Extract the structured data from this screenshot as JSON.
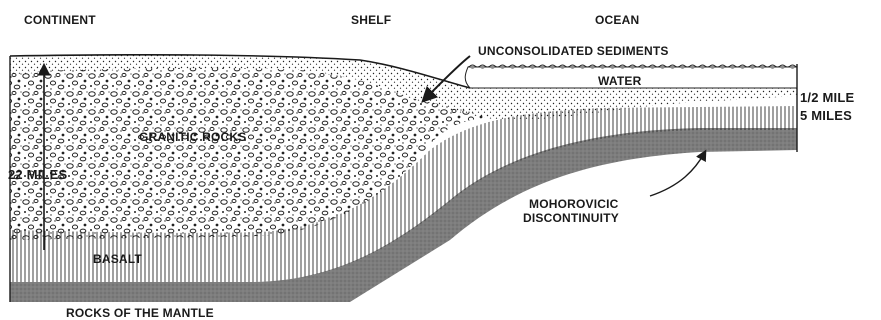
{
  "regions": {
    "continent": "CONTINENT",
    "shelf": "SHELF",
    "ocean": "OCEAN"
  },
  "layers": {
    "sediments": "UNCONSOLIDATED SEDIMENTS",
    "water": "WATER",
    "granitic": "GRANITIC ROCKS",
    "basalt": "BASALT",
    "mantle": "ROCKS OF THE MANTLE"
  },
  "depths": {
    "water_depth": "1/2 MILE",
    "ocean_crust": "5 MILES",
    "continental_crust": "22 MILES"
  },
  "boundary": {
    "line1": "MOHOROVICIC",
    "line2": "DISCONTINUITY"
  },
  "colors": {
    "ink": "#1a1a1a",
    "mantle": "#7a7a7a",
    "paper": "#ffffff"
  }
}
